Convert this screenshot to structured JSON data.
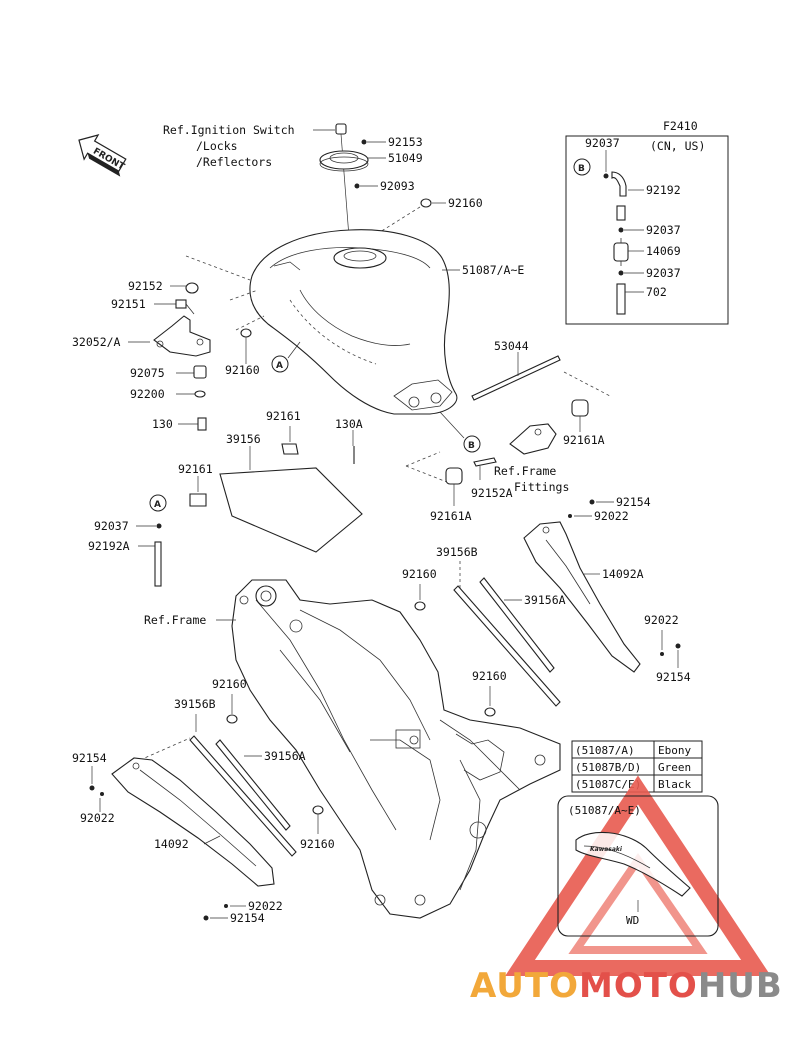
{
  "figure_code": "F2410",
  "front_label": "FRONT",
  "region_label": "(CN, US)",
  "ref_ignition": [
    "Ref.Ignition Switch",
    "/Locks",
    "/Reflectors"
  ],
  "ref_frame_fittings": [
    "Ref.Frame",
    "Fittings"
  ],
  "ref_frame": "Ref.Frame",
  "callouts": {
    "p92153": "92153",
    "p51049": "51049",
    "p92093": "92093",
    "p92160_top": "92160",
    "p51087": "51087/A~E",
    "p92152": "92152",
    "p92151": "92151",
    "p32052": "32052/A",
    "p92160_tank": "92160",
    "p92075": "92075",
    "p92200": "92200",
    "p130": "130",
    "p53044": "53044",
    "p130A": "130A",
    "p92161A_r": "92161A",
    "p92161_top": "92161",
    "p39156": "39156",
    "p92161": "92161",
    "p92152A": "92152A",
    "p92161A_l": "92161A",
    "p92154_a": "92154",
    "p92022_a": "92022",
    "p92037_l": "92037",
    "p92192A": "92192A",
    "p39156B_r": "39156B",
    "p14092A": "14092A",
    "p92160_mid": "92160",
    "p39156A_r": "39156A",
    "p92022_b": "92022",
    "p92154_b": "92154",
    "p92160_low": "92160",
    "p92160_left": "92160",
    "p39156B_l": "39156B",
    "p92154_c": "92154",
    "p39156A_l": "39156A",
    "p92022_c": "92022",
    "p92160_bot": "92160",
    "p14092": "14092",
    "p92022_d": "92022",
    "p92154_d": "92154",
    "p92037_b1": "92037",
    "p92192": "92192",
    "p92037_b2": "92037",
    "p14069": "14069",
    "p92037_b3": "92037",
    "p702": "702"
  },
  "marker_a": "A",
  "marker_b": "B",
  "color_table": [
    {
      "code": "(51087/A)",
      "color": "Ebony"
    },
    {
      "code": "(51087B/D)",
      "color": "Green"
    },
    {
      "code": "(51087C/E)",
      "color": "Black"
    }
  ],
  "decal_box_title": "(51087/A~E)",
  "decal_box_code": "WD",
  "decal_brand": "Kawasaki",
  "watermark": {
    "auto": "AUTO",
    "moto": "MOTO",
    "hub": "HUB"
  },
  "colors": {
    "watermark_orange": "#f2a83a",
    "watermark_red": "#e3504a",
    "watermark_gray": "#8a8a8a"
  }
}
